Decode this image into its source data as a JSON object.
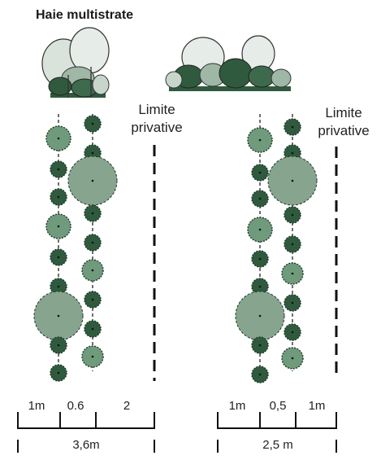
{
  "title": "Haie multistrate",
  "limit_label": {
    "line1": "Limite",
    "line2": "privative"
  },
  "left": {
    "dims": [
      "1m",
      "0.6",
      "2"
    ],
    "total": "3,6m"
  },
  "right": {
    "dims": [
      "1m",
      "0,5",
      "1m"
    ],
    "total": "2,5 m"
  },
  "colors": {
    "shrub_dark": "#2f5a3e",
    "shrub_light": "#6f9a7b",
    "tree_large": "#86a48e",
    "line": "#222222"
  }
}
